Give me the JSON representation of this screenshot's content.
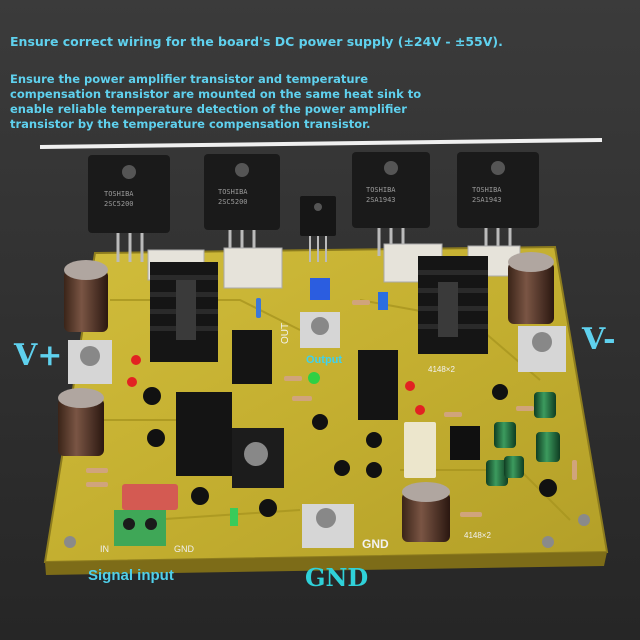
{
  "annotations": {
    "power_note": "Ensure correct wiring for the board's DC power supply (±24V - ±55V).",
    "heatsink_note": "Ensure the power amplifier transistor and temperature compensation transistor are mounted on the same heat sink to enable reliable temperature detection of the power amplifier transistor by the temperature compensation transistor.",
    "v_plus": "V+",
    "v_minus": "V-",
    "gnd": "GND",
    "signal_input": "Signal input",
    "output": "Output"
  },
  "board_silkscreen": {
    "in": "IN",
    "gnd_left": "GND",
    "gnd_center": "GND",
    "out": "OUT",
    "diode_right": "4148×2",
    "diode_bottom": "4148×2"
  },
  "transistors": [
    {
      "marking_1": "TOSHIBA",
      "marking_2": "2SC5200"
    },
    {
      "marking_1": "TOSHIBA",
      "marking_2": "2SC5200"
    },
    {
      "marking_1": "TOSHIBA",
      "marking_2": "2SA1943"
    },
    {
      "marking_1": "TOSHIBA",
      "marking_2": "2SA1943"
    }
  ],
  "colors": {
    "annotation_text": "#5fd1ee",
    "pcb": "#c9b635",
    "heatsink": "#151515",
    "background": "#2f2f2f"
  }
}
